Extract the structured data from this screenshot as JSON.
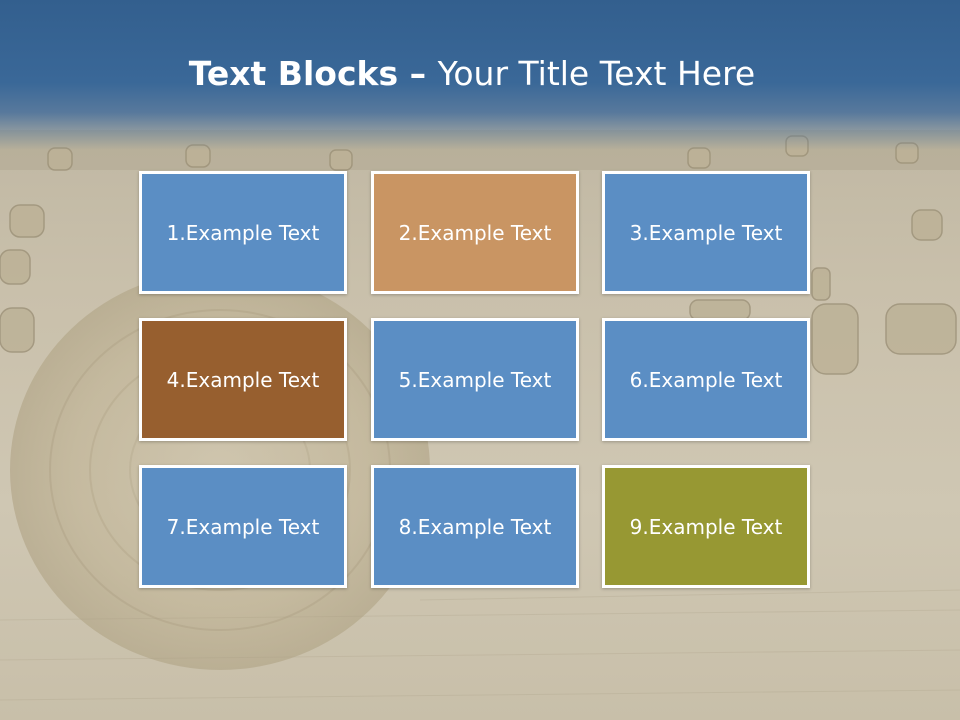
{
  "slide": {
    "title_bold": "Text Blocks",
    "title_dash": " – ",
    "title_rest": "Your Title Text Here"
  },
  "colors": {
    "title_band": "#335f8e",
    "blue": "#5b8ec4",
    "tan": "#c99563",
    "brown": "#975f2f",
    "olive": "#979833",
    "block_border": "#ffffff"
  },
  "blocks": [
    {
      "label": "1.Example Text",
      "color": "#5b8ec4"
    },
    {
      "label": "2.Example Text",
      "color": "#c99563"
    },
    {
      "label": "3.Example Text",
      "color": "#5b8ec4"
    },
    {
      "label": "4.Example Text",
      "color": "#975f2f"
    },
    {
      "label": "5.Example Text",
      "color": "#5b8ec4"
    },
    {
      "label": "6.Example Text",
      "color": "#5b8ec4"
    },
    {
      "label": "7.Example Text",
      "color": "#5b8ec4"
    },
    {
      "label": "8.Example Text",
      "color": "#5b8ec4"
    },
    {
      "label": "9.Example Text",
      "color": "#979833"
    }
  ]
}
